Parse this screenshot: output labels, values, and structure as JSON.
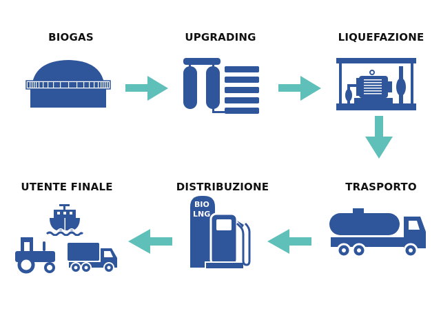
{
  "colors": {
    "icon": "#2f559b",
    "arrow": "#5fbfb9",
    "text": "#111111",
    "background": "#ffffff"
  },
  "stages": [
    {
      "id": "biogas",
      "label": "BIOGAS",
      "icon": "biogas-dome-icon"
    },
    {
      "id": "upgrading",
      "label": "UPGRADING",
      "icon": "upgrading-tanks-icon"
    },
    {
      "id": "liquefazione",
      "label": "LIQUEFAZIONE",
      "icon": "liquefaction-motor-icon"
    },
    {
      "id": "trasporto",
      "label": "TRASPORTO",
      "icon": "tanker-truck-icon"
    },
    {
      "id": "distribuzione",
      "label": "DISTRIBUZIONE",
      "icon": "fuel-pump-icon",
      "pump_text": [
        "BIO",
        "LNG"
      ]
    },
    {
      "id": "utente_finale",
      "label": "UTENTE FINALE",
      "icons": [
        "ship-icon",
        "tractor-icon",
        "truck-icon"
      ]
    }
  ],
  "flow": [
    {
      "from": "BIOGAS",
      "to": "UPGRADING",
      "direction": "right"
    },
    {
      "from": "UPGRADING",
      "to": "LIQUEFAZIONE",
      "direction": "right"
    },
    {
      "from": "LIQUEFAZIONE",
      "to": "TRASPORTO",
      "direction": "down"
    },
    {
      "from": "TRASPORTO",
      "to": "DISTRIBUZIONE",
      "direction": "left"
    },
    {
      "from": "DISTRIBUZIONE",
      "to": "UTENTE FINALE",
      "direction": "left"
    }
  ]
}
